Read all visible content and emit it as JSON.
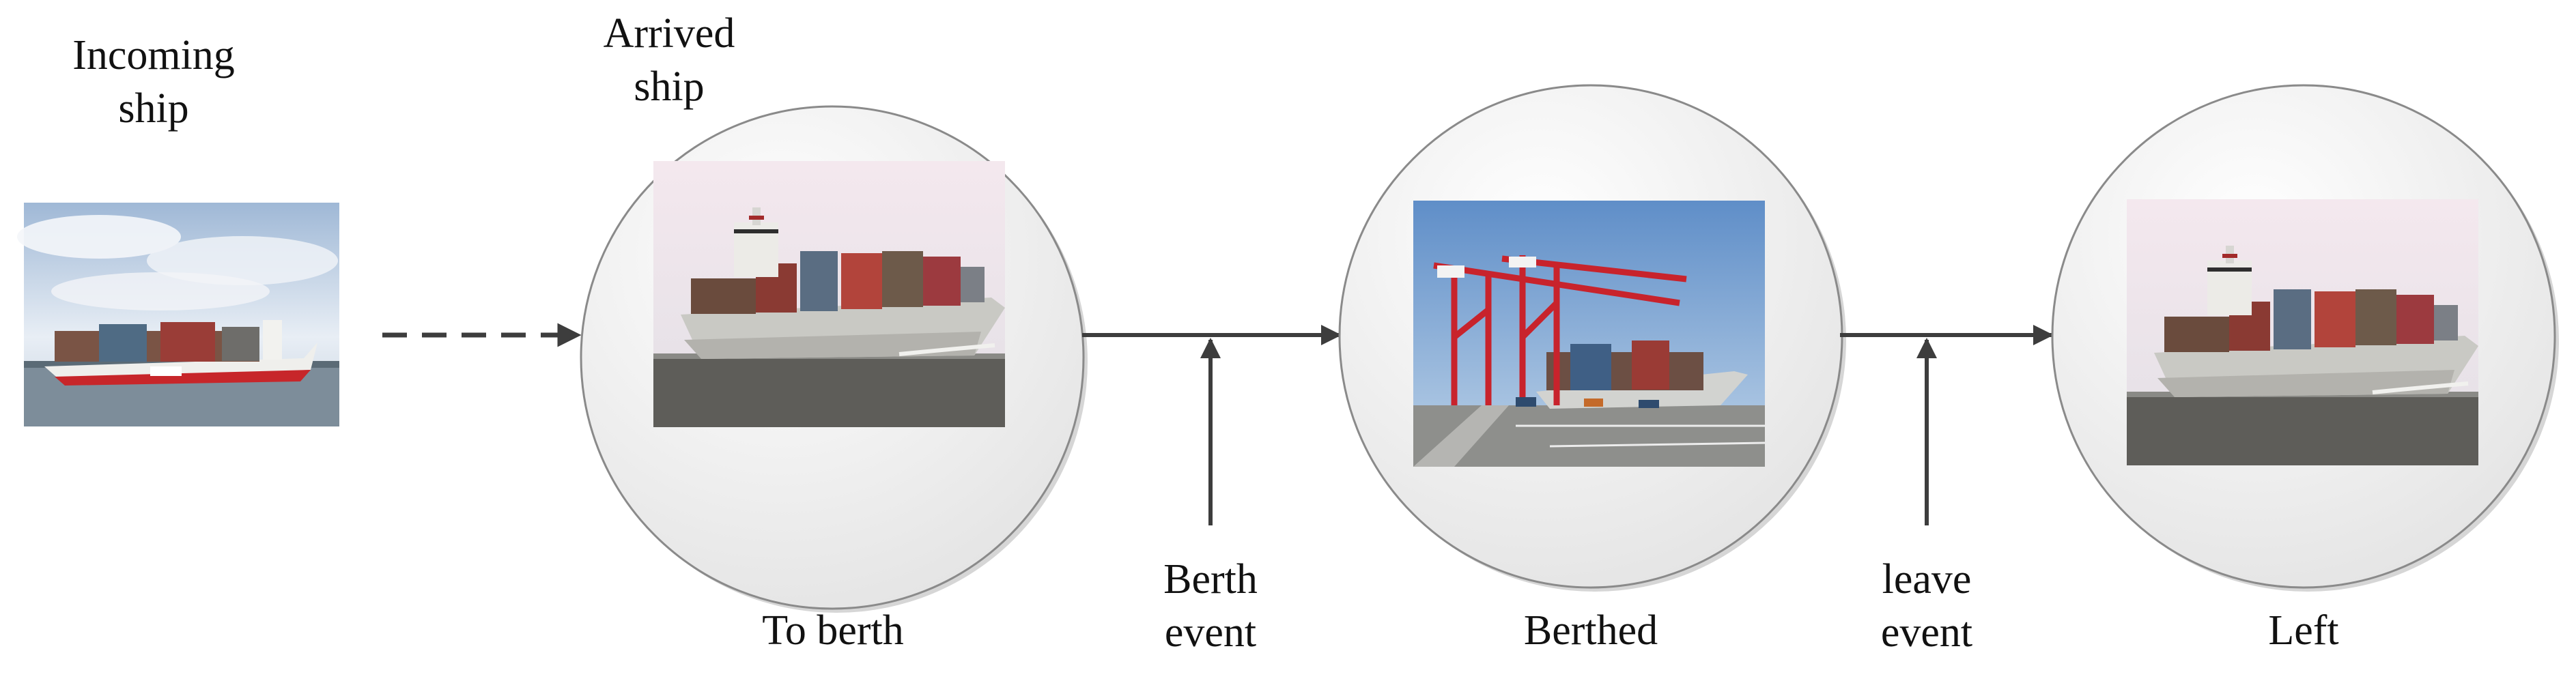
{
  "labels": {
    "incoming": [
      "Incoming",
      "ship"
    ],
    "arrived": [
      "Arrived",
      "ship"
    ],
    "to_berth": "To berth",
    "berth_event": [
      "Berth",
      "event"
    ],
    "berthed": "Berthed",
    "leave_event": [
      "leave",
      "event"
    ],
    "left": "Left"
  },
  "colors": {
    "arrow": "#3d3d3d",
    "circle_stroke": "#8a8a8a",
    "circle_fill_light": "#ffffff",
    "circle_fill_dark": "#e6e6e6",
    "sky": "#c9d9ea",
    "hull": "#c9c9c4",
    "water": "#5e5d59",
    "crane": "#c8232c"
  },
  "icons": [
    "container-ship-photo",
    "port-crane-photo"
  ]
}
